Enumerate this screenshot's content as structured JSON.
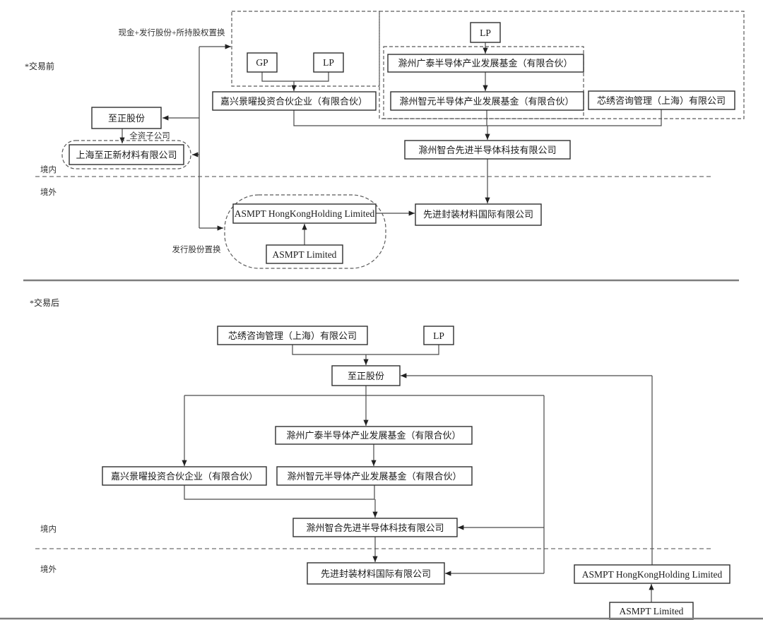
{
  "colors": {
    "red_box": "#ee7a75",
    "yellow_box": "#dfb832"
  },
  "before": {
    "label": "*交易前",
    "annotations": {
      "cash_swap": "现金+发行股份+所持股权置换",
      "wholly_owned": "全资子公司",
      "share_swap": "发行股份置换",
      "domestic": "境内",
      "overseas": "境外"
    },
    "nodes": {
      "lp_top": "LP",
      "gp": "GP",
      "lp": "LP",
      "guangtai": "滁州广泰半导体产业发展基金（有限合伙）",
      "jiaxing": "嘉兴景曜投资合伙企业（有限合伙）",
      "zhiyuan": "滁州智元半导体产业发展基金（有限合伙）",
      "xinxiu": "芯绣咨询管理（上海）有限公司",
      "zhizheng": "至正股份",
      "shanghai_zhizheng": "上海至正新材料有限公司",
      "zhihe": "滁州智合先进半导体科技有限公司",
      "asmpt_hk": "ASMPT HongKongHolding Limited",
      "asmpt_ltd": "ASMPT Limited",
      "apmi": "先进封装材料国际有限公司"
    }
  },
  "after": {
    "label": "*交易后",
    "annotations": {
      "domestic": "境内",
      "overseas": "境外"
    },
    "nodes": {
      "xinxiu": "芯绣咨询管理（上海）有限公司",
      "lp": "LP",
      "zhizheng": "至正股份",
      "guangtai": "滁州广泰半导体产业发展基金（有限合伙）",
      "jiaxing": "嘉兴景曜投资合伙企业（有限合伙）",
      "zhiyuan": "滁州智元半导体产业发展基金（有限合伙）",
      "zhihe": "滁州智合先进半导体科技有限公司",
      "apmi": "先进封装材料国际有限公司",
      "asmpt_hk": "ASMPT HongKongHolding Limited",
      "asmpt_ltd": "ASMPT Limited"
    }
  }
}
